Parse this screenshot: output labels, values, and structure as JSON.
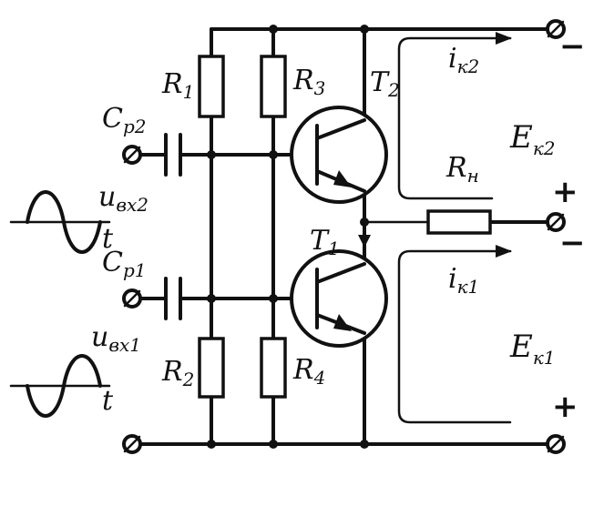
{
  "labels": {
    "r1_main": "R",
    "r1_sub": "1",
    "r2_main": "R",
    "r2_sub": "2",
    "r3_main": "R",
    "r3_sub": "3",
    "r4_main": "R",
    "r4_sub": "4",
    "t1_main": "T",
    "t1_sub": "1",
    "t2_main": "T",
    "t2_sub": "2",
    "cp2_main": "C",
    "cp2_sub": "p2",
    "cp1_main": "C",
    "cp1_sub": "p1",
    "uin2_main": "u",
    "uin2_sub": "вх2",
    "uin1_main": "u",
    "uin1_sub": "вх1",
    "t_axis_top": "t",
    "t_axis_bottom": "t",
    "ik2_main": "i",
    "ik2_sub": "к2",
    "ik1_main": "i",
    "ik1_sub": "к1",
    "ek2_main": "E",
    "ek2_sub": "к2",
    "ek1_main": "E",
    "ek1_sub": "к1",
    "rn_main": "R",
    "rn_sub": "н"
  },
  "polarity": {
    "top_minus": "−",
    "mid_plus": "+",
    "mid_minus": "−",
    "bottom_plus": "+"
  }
}
